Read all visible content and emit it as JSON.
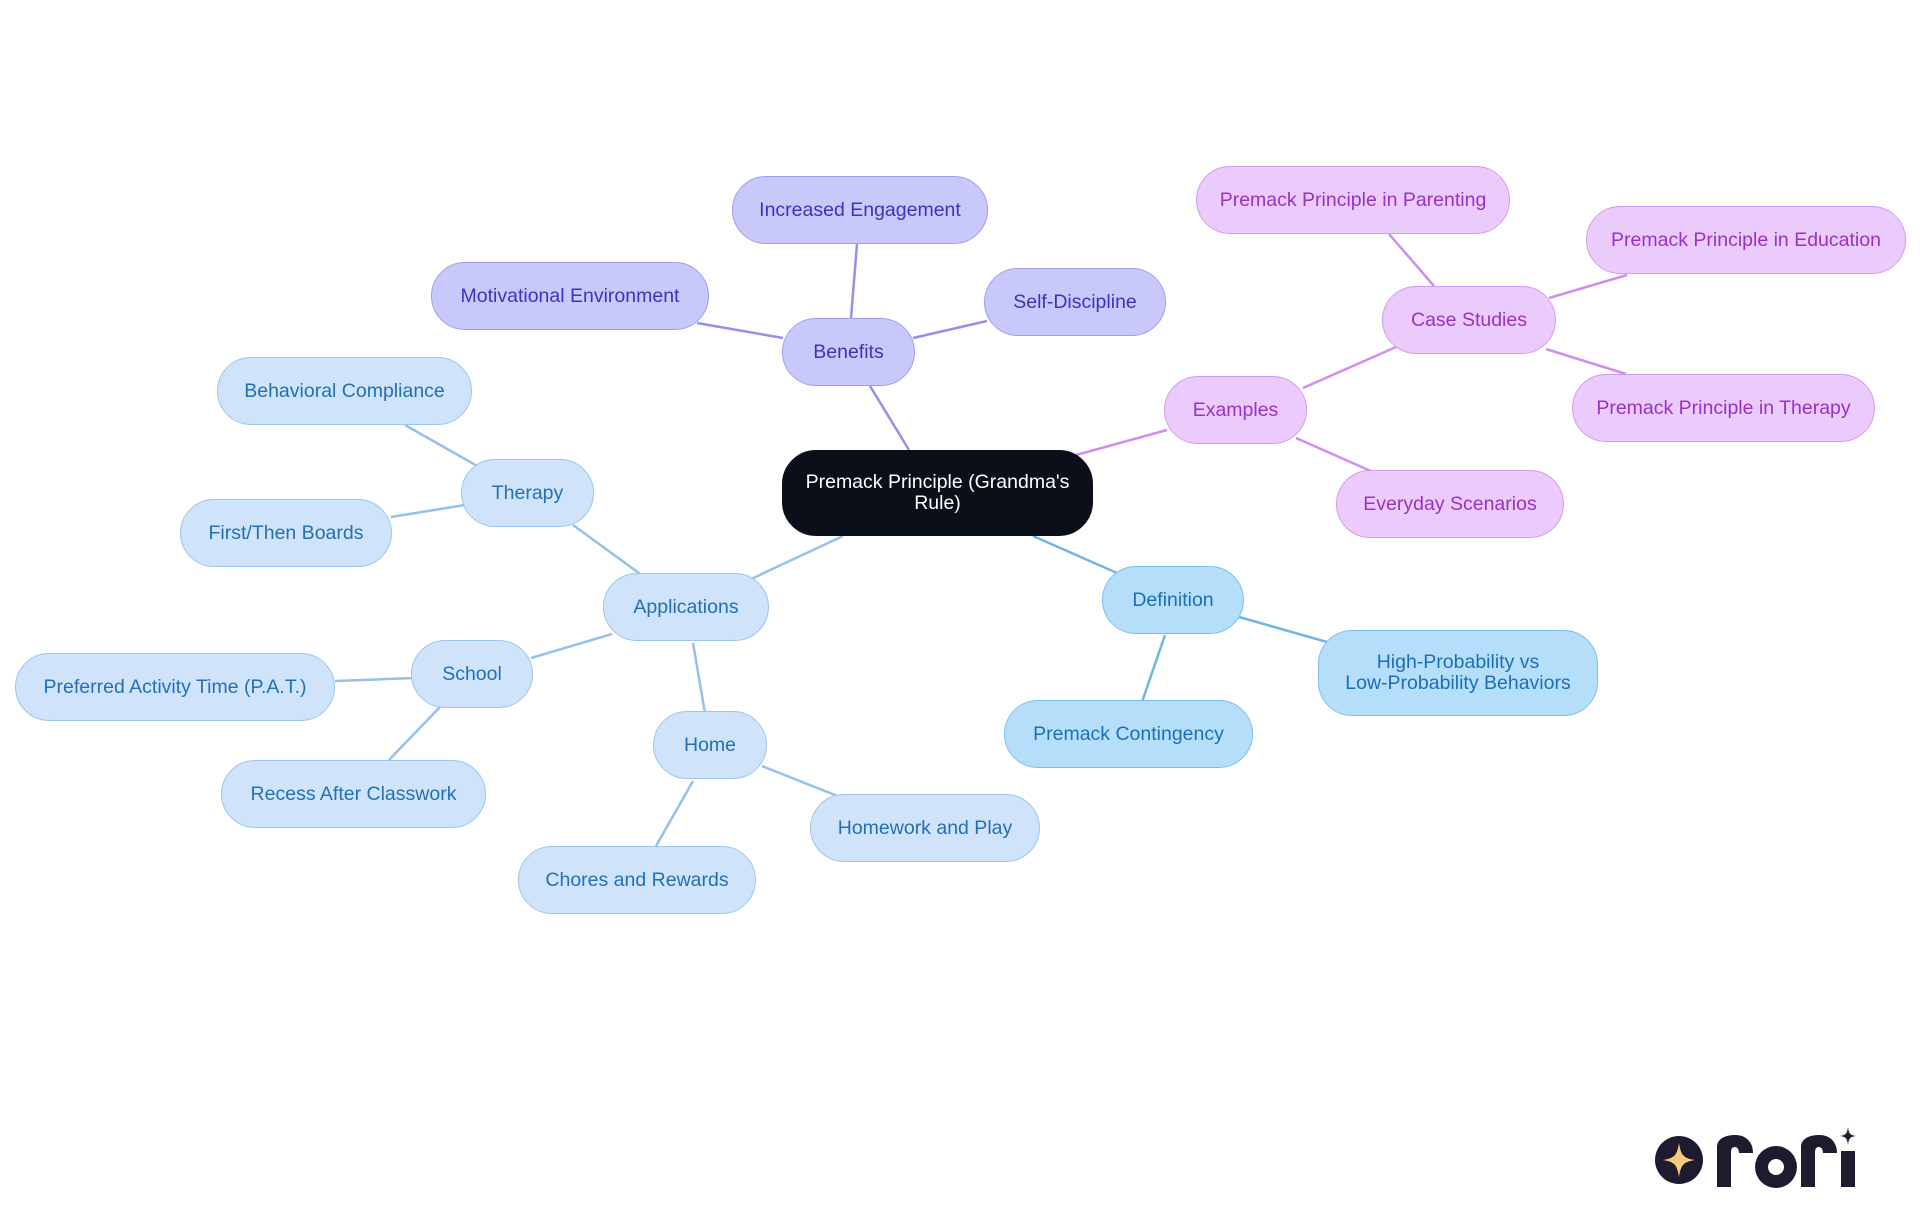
{
  "diagram": {
    "root": "Premack Principle (Grandma's\nRule)",
    "branches": {
      "definition": {
        "label": "Definition",
        "children": [
          "High-Probability vs\nLow-Probability Behaviors",
          "Premack Contingency"
        ]
      },
      "benefits": {
        "label": "Benefits",
        "children": [
          "Increased Engagement",
          "Motivational Environment",
          "Self-Discipline"
        ]
      },
      "examples": {
        "label": "Examples",
        "case_studies": {
          "label": "Case Studies",
          "children": [
            "Premack Principle in Parenting",
            "Premack Principle in Education",
            "Premack Principle in Therapy"
          ]
        },
        "everyday": "Everyday Scenarios"
      },
      "applications": {
        "label": "Applications",
        "therapy": {
          "label": "Therapy",
          "children": [
            "Behavioral Compliance",
            "First/Then Boards"
          ]
        },
        "school": {
          "label": "School",
          "children": [
            "Preferred Activity Time (P.A.T.)",
            "Recess After Classwork"
          ]
        },
        "home": {
          "label": "Home",
          "children": [
            "Homework and Play",
            "Chores and Rewards"
          ]
        }
      }
    }
  },
  "colors": {
    "root": "#0b0f19",
    "definition": "#b5defb",
    "applications": "#cfe3fa",
    "benefits": "#c9c8fb",
    "examples": "#ebcafc",
    "edge_definition": "#6fb6e6",
    "edge_applications": "#96c1ea",
    "edge_benefits": "#9391ea",
    "edge_examples": "#d08fef"
  },
  "logo": {
    "text": "rori",
    "icon": "sparkle-icon"
  }
}
